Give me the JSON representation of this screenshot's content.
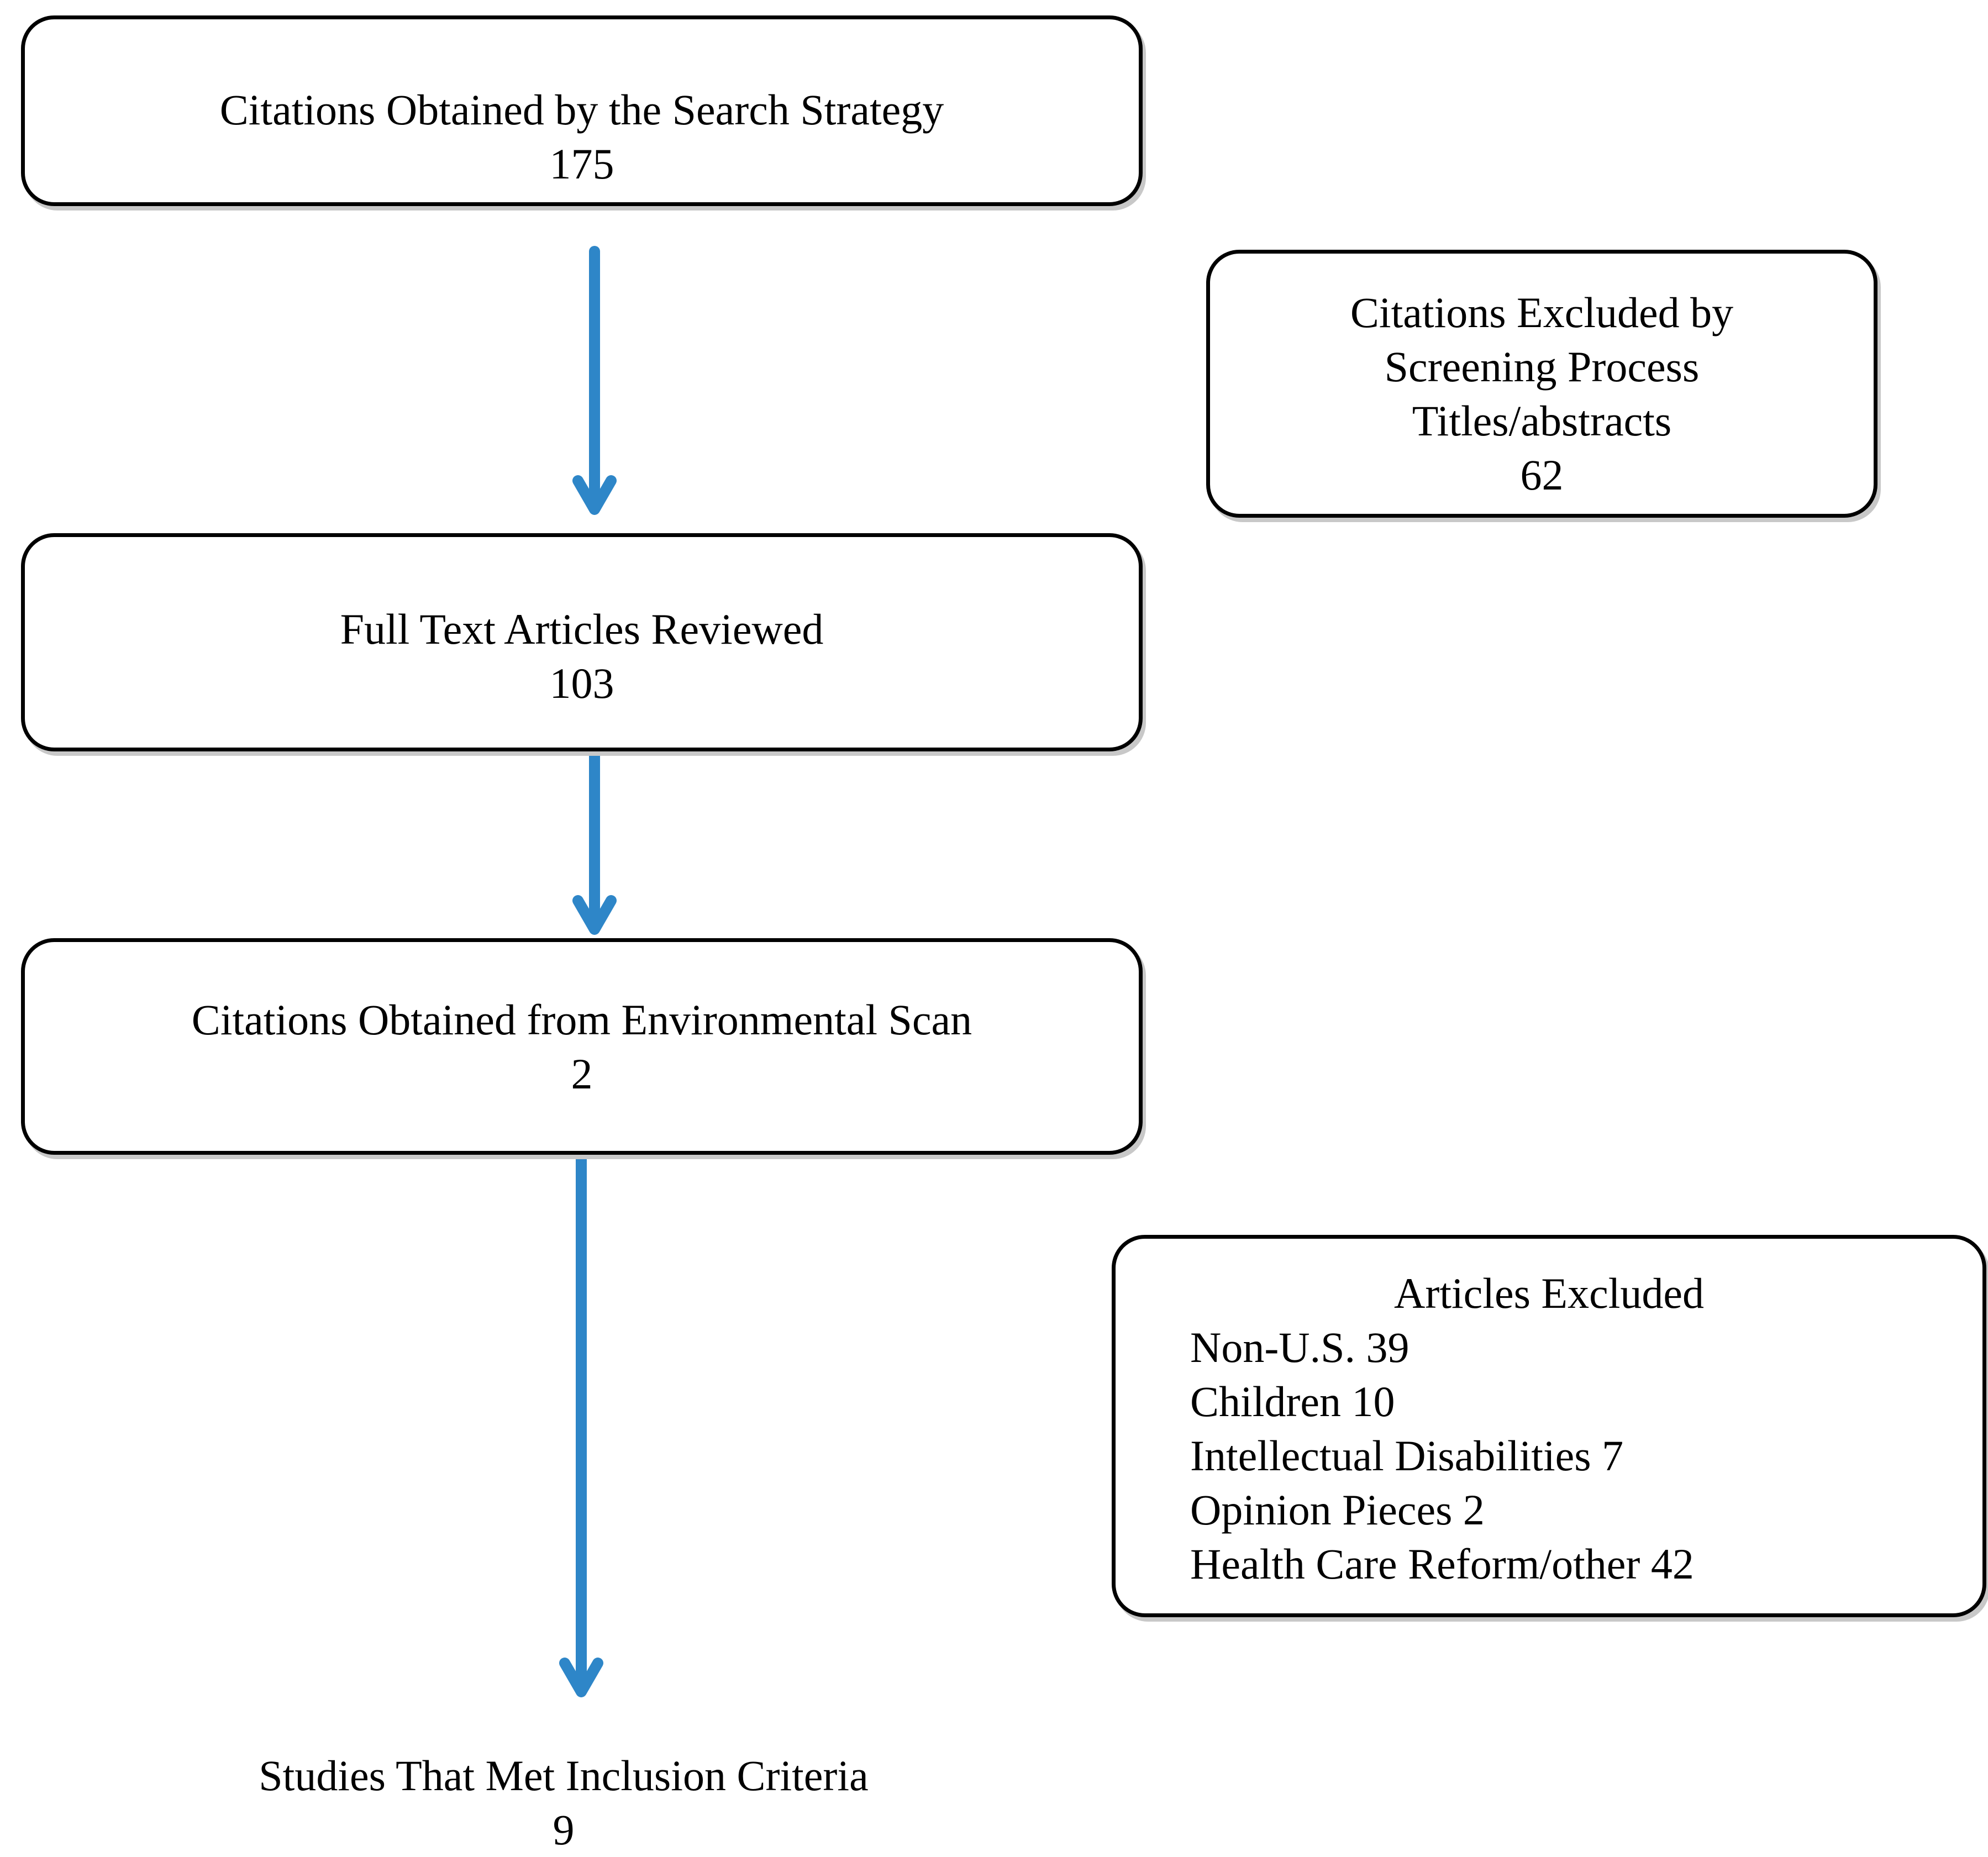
{
  "boxes": {
    "search": {
      "title": "Citations Obtained by the Search Strategy",
      "count": "175"
    },
    "excluded_screening": {
      "lines": [
        "Citations Excluded by",
        "Screening Process",
        "Titles/abstracts"
      ],
      "count": "62"
    },
    "full_text": {
      "title": "Full Text Articles Reviewed",
      "count": "103"
    },
    "environmental": {
      "title": "Citations Obtained from Environmental Scan",
      "count": "2"
    },
    "articles_excluded": {
      "title": "Articles Excluded",
      "items": [
        "Non-U.S. 39",
        "Children 10",
        "Intellectual Disabilities 7",
        "Opinion Pieces 2",
        "Health Care Reform/other 42"
      ]
    }
  },
  "result": {
    "title": "Studies That Met Inclusion Criteria",
    "count": "9"
  },
  "colors": {
    "arrow": "#2e86c8",
    "border": "#000000",
    "shadow": "#c8c8c8"
  }
}
